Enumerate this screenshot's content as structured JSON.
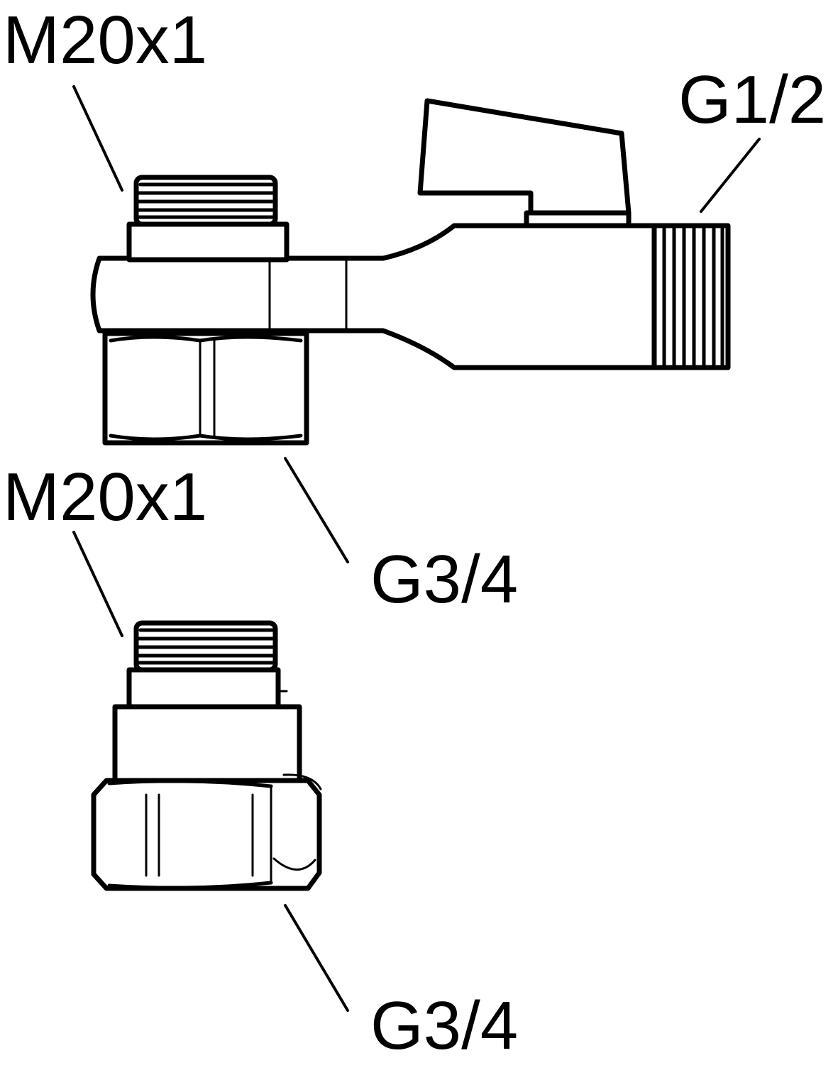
{
  "labels": {
    "top_thread": "M20x1",
    "outlet_thread": "G1/2",
    "top_nut_thread": "G3/4",
    "bottom_thread": "M20x1",
    "bottom_nut_thread": "G3/4"
  },
  "parts": {
    "upper": "valve-with-ball-handle",
    "lower": "adapter-fitting"
  }
}
